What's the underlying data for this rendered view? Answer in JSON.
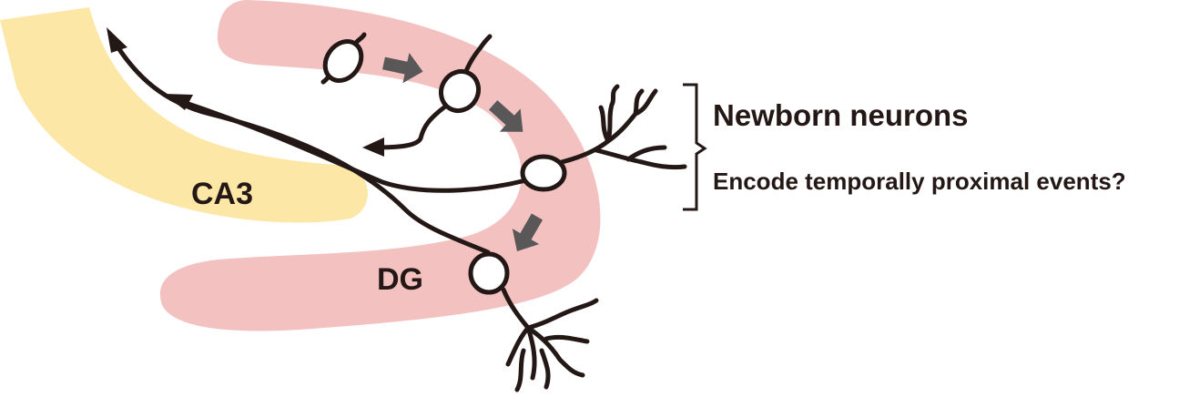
{
  "labels": {
    "ca3": "CA3",
    "dg": "DG",
    "newborn_neurons": "Newborn neurons",
    "question": "Encode temporally proximal events?"
  },
  "colors": {
    "ca3_region": "#fde7a7",
    "dg_region": "#f4c1c1",
    "neuron_stroke": "#231815",
    "progress_arrow": "#595757",
    "soma_fill": "#ffffff"
  },
  "neurons": [
    "neuron-1",
    "neuron-2",
    "neuron-3",
    "neuron-4"
  ],
  "maturation_arrows": 3,
  "icons": [
    "neuron-soma-icon",
    "maturation-arrow-icon",
    "axon-arrowhead-icon",
    "bracket-icon"
  ]
}
